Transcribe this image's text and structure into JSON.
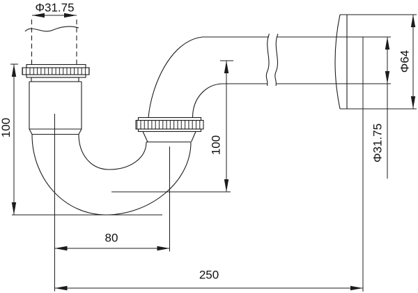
{
  "drawing": {
    "kind": "plumbing-p-trap-dimension-drawing",
    "colors": {
      "line": "#1c1c1c",
      "background": "#ffffff",
      "text": "#111111"
    },
    "labels": {
      "inlet_diameter": "Φ31.75",
      "left_height": "100",
      "trap_depth": "100",
      "center_distance": "80",
      "overall_length": "250",
      "flange_diameter": "Φ64",
      "outlet_diameter": "Φ31.75"
    }
  }
}
